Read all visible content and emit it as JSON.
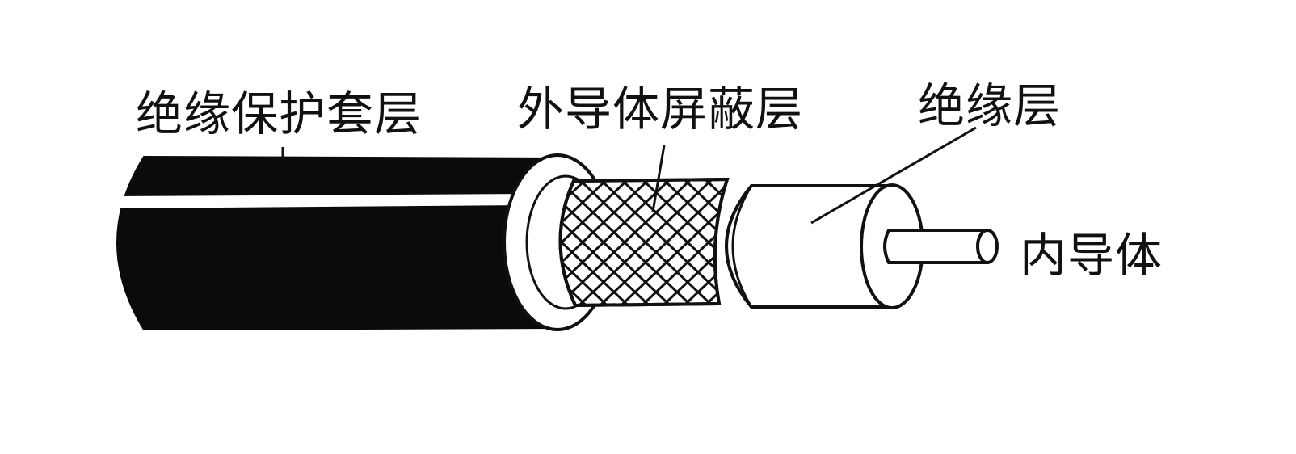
{
  "labels": {
    "outer_jacket": "绝缘保护套层",
    "outer_conductor_shield": "外导体屏蔽层",
    "insulation": "绝缘层",
    "inner_conductor": "内导体"
  },
  "colors": {
    "jacket": "#0b0b0b",
    "stroke": "#111111",
    "background": "#ffffff"
  }
}
